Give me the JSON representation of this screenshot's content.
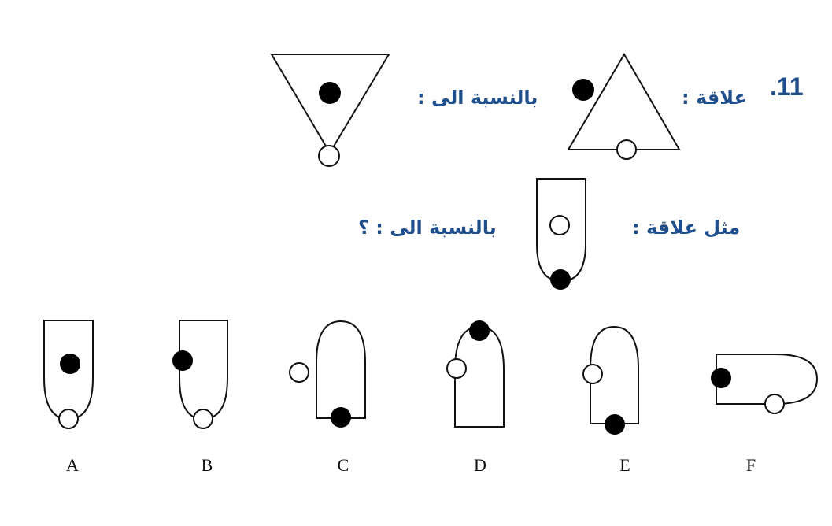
{
  "question": {
    "number": ".11",
    "relation_label": "علاقة :",
    "relative_to_label_1": "بالنسبة الى :",
    "like_relation_label": "مثل علاقة :",
    "relative_to_label_2": "بالنسبة الى : ؟"
  },
  "options": [
    {
      "label": "A"
    },
    {
      "label": "B"
    },
    {
      "label": "C"
    },
    {
      "label": "D"
    },
    {
      "label": "E"
    },
    {
      "label": "F"
    }
  ]
}
